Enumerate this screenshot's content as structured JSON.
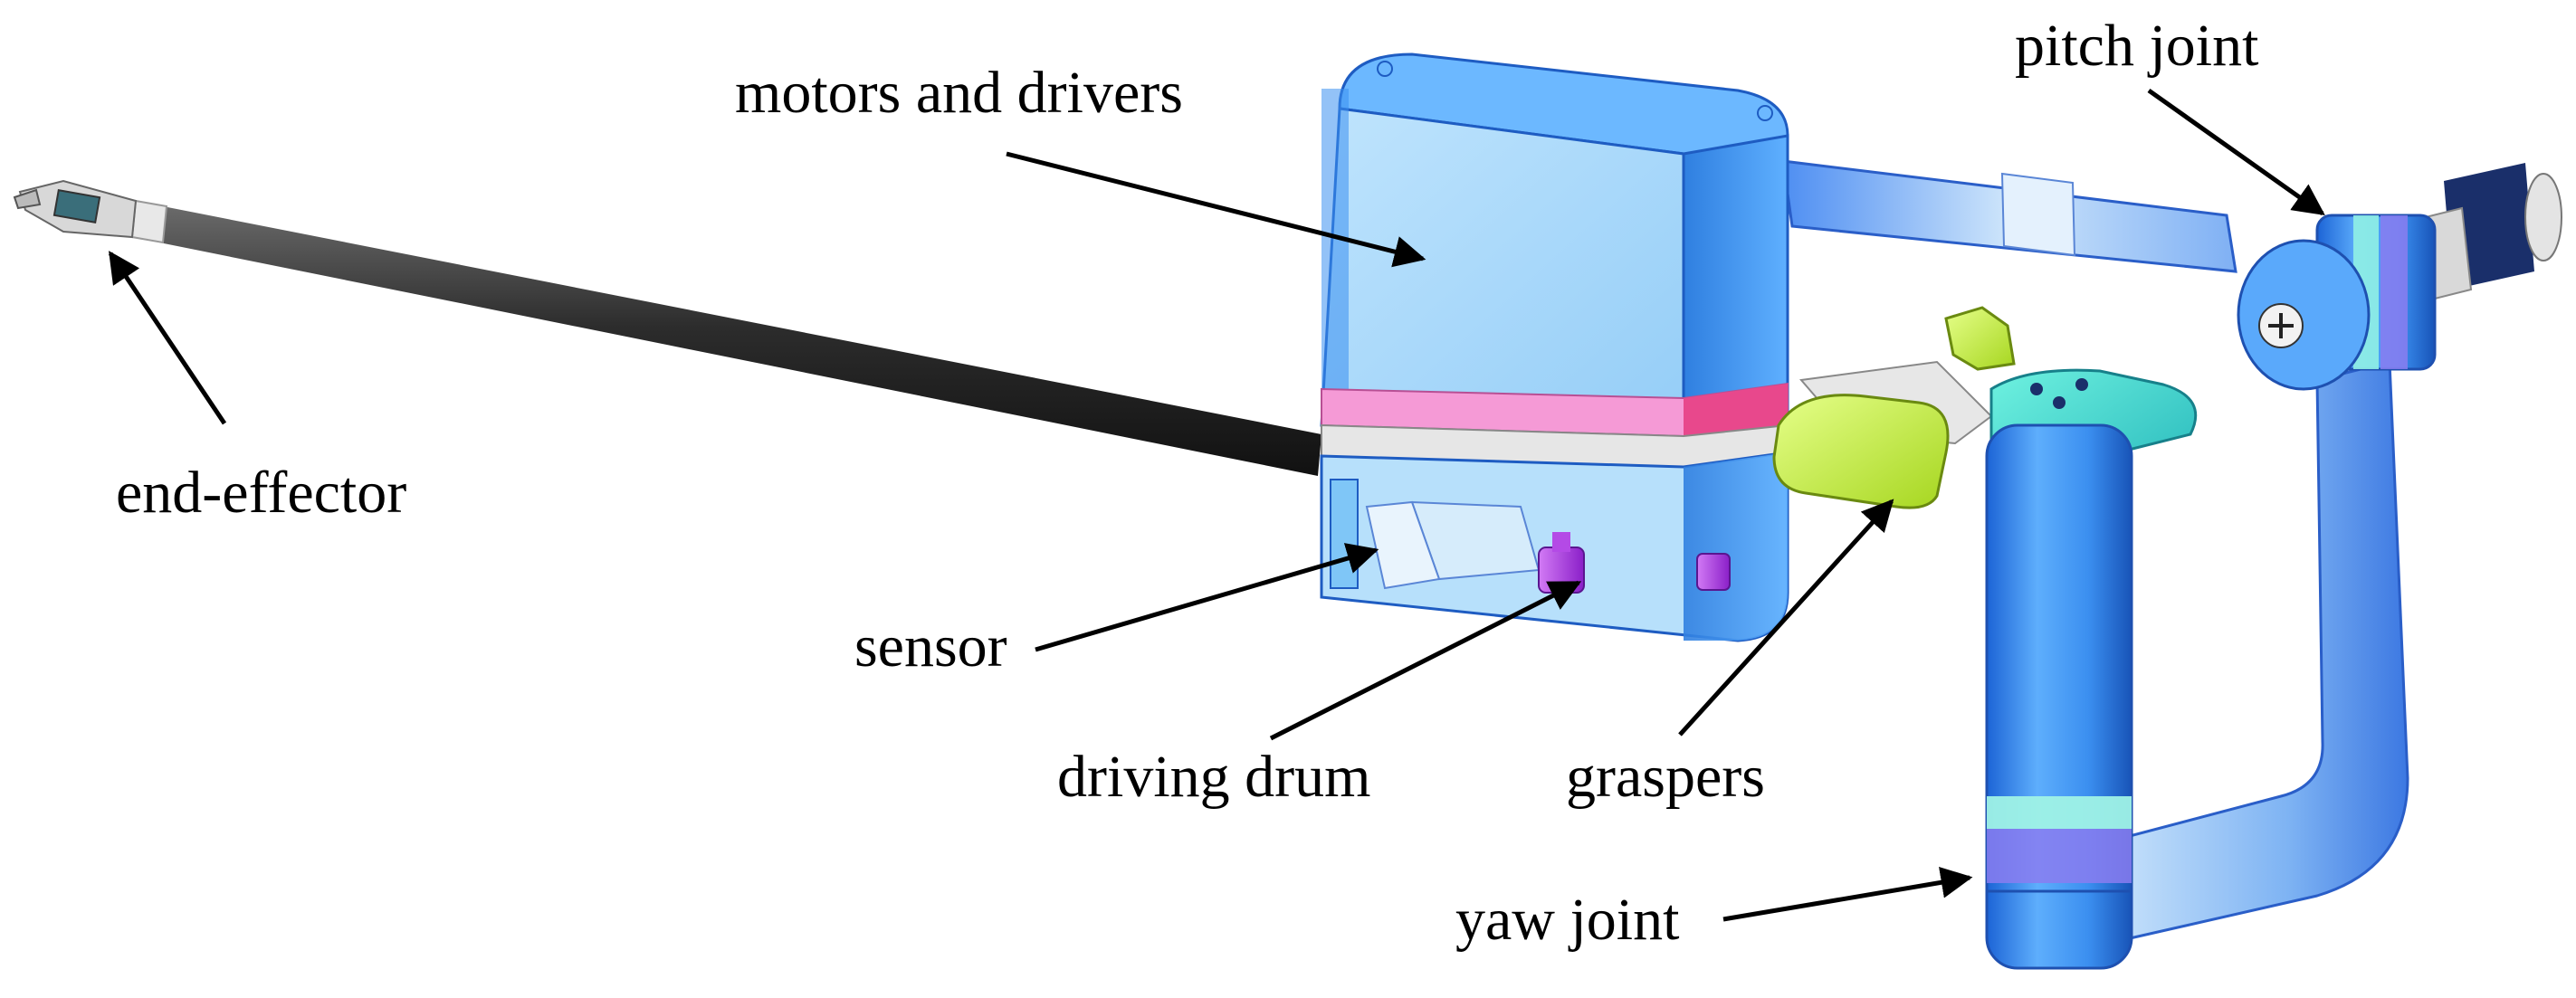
{
  "diagram": {
    "labels": {
      "motors_and_drivers": "motors and drivers",
      "pitch_joint": "pitch joint",
      "end_effector": "end-effector",
      "sensor": "sensor",
      "driving_drum": "driving drum",
      "graspers": "graspers",
      "yaw_joint": "yaw joint"
    },
    "colors": {
      "motor_housing": "#4fa3f5",
      "motor_housing_face": "#a8d8f8",
      "band_pink": "#f59ad6",
      "band_red": "#e8488c",
      "band_white": "#e6e6e6",
      "shaft": "#3a3a3a",
      "handle_blue": "#3c8ff0",
      "frame_light": "#cfe8fb",
      "grasper_green": "#c3ef3c",
      "teal": "#3fd6c4",
      "purple_drum": "#a63ae0",
      "navy": "#1a2f6a",
      "arrow": "#000000"
    }
  }
}
